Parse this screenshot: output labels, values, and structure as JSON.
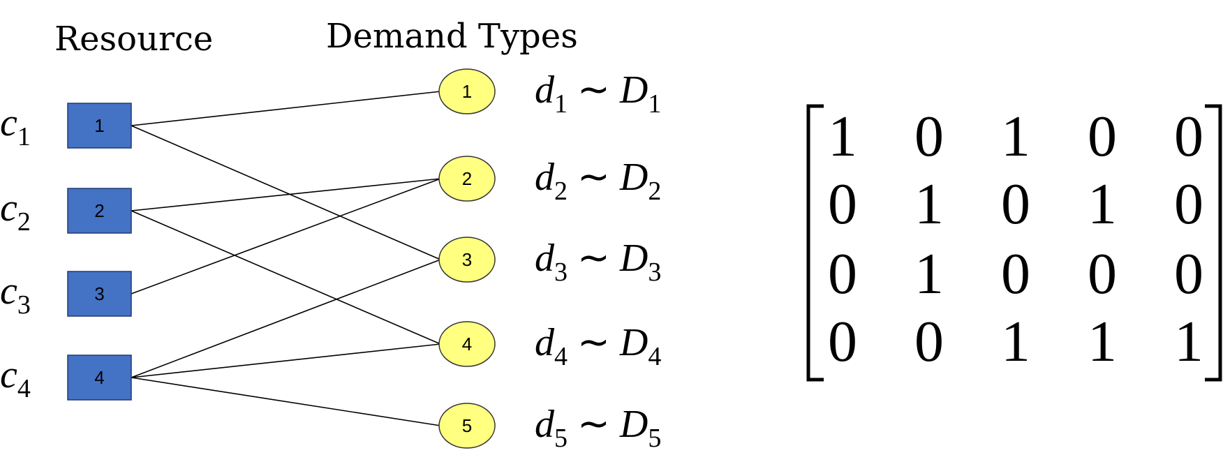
{
  "headers": {
    "resource": "Resource",
    "demand": "Demand Types"
  },
  "resources": [
    {
      "id": "1",
      "var": "c",
      "sub": "1"
    },
    {
      "id": "2",
      "var": "c",
      "sub": "2"
    },
    {
      "id": "3",
      "var": "c",
      "sub": "3"
    },
    {
      "id": "4",
      "var": "c",
      "sub": "4"
    }
  ],
  "demands": [
    {
      "id": "1",
      "var": "d",
      "sub": "1",
      "sim": "∼",
      "dist": "D",
      "dist_sub": "1"
    },
    {
      "id": "2",
      "var": "d",
      "sub": "2",
      "sim": "∼",
      "dist": "D",
      "dist_sub": "2"
    },
    {
      "id": "3",
      "var": "d",
      "sub": "3",
      "sim": "∼",
      "dist": "D",
      "dist_sub": "3"
    },
    {
      "id": "4",
      "var": "d",
      "sub": "4",
      "sim": "∼",
      "dist": "D",
      "dist_sub": "4"
    },
    {
      "id": "5",
      "var": "d",
      "sub": "5",
      "sim": "∼",
      "dist": "D",
      "dist_sub": "5"
    }
  ],
  "edges": [
    [
      1,
      1
    ],
    [
      1,
      3
    ],
    [
      2,
      2
    ],
    [
      2,
      4
    ],
    [
      3,
      2
    ],
    [
      4,
      3
    ],
    [
      4,
      4
    ],
    [
      4,
      5
    ]
  ],
  "matrix": [
    [
      "1",
      "0",
      "1",
      "0",
      "0"
    ],
    [
      "0",
      "1",
      "0",
      "1",
      "0"
    ],
    [
      "0",
      "1",
      "0",
      "0",
      "0"
    ],
    [
      "0",
      "0",
      "1",
      "1",
      "1"
    ]
  ],
  "colors": {
    "resource_fill": "#4472c4",
    "demand_fill": "#ffff80"
  }
}
